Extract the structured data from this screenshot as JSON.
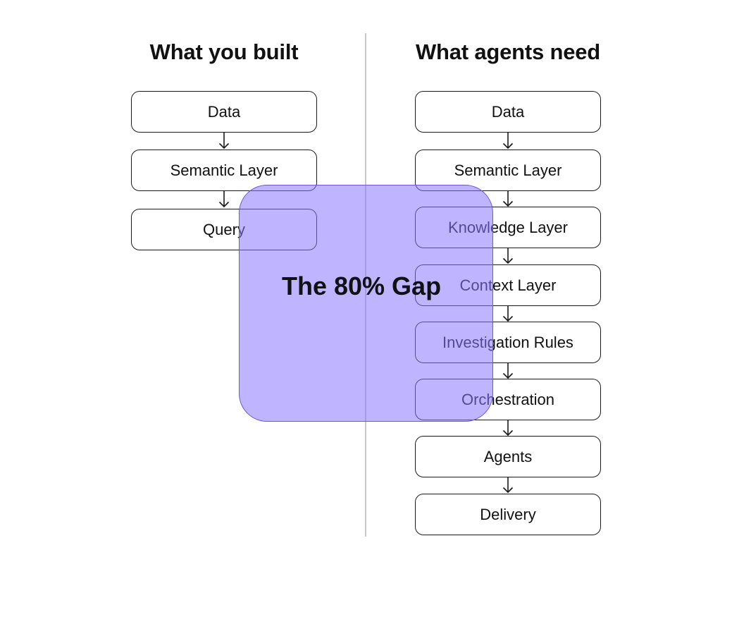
{
  "left_column": {
    "title": "What you built",
    "steps": [
      "Data",
      "Semantic Layer",
      "Query"
    ]
  },
  "right_column": {
    "title": "What agents need",
    "steps": [
      "Data",
      "Semantic Layer",
      "Knowledge Layer",
      "Context Layer",
      "Investigation Rules",
      "Orchestration",
      "Agents",
      "Delivery"
    ]
  },
  "gap": {
    "label": "The 80% Gap",
    "color": "#8976ff"
  },
  "icons": {
    "connector": "down-arrow-icon"
  }
}
